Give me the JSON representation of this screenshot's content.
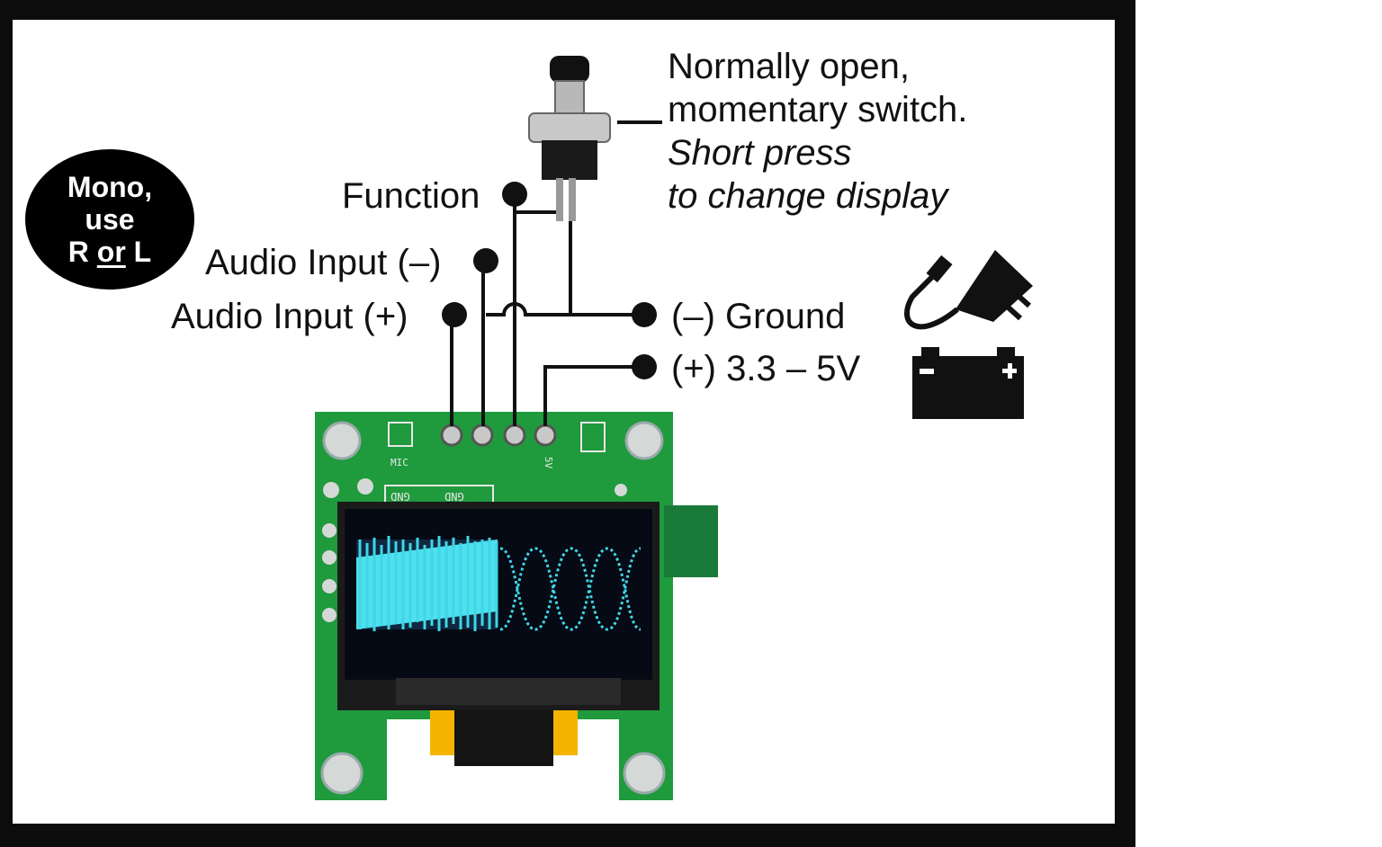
{
  "badge": {
    "line1": "Mono,",
    "line2": "use",
    "line3_r": "R ",
    "line3_or": "or",
    "line3_l": " L"
  },
  "labels": {
    "function": "Function",
    "audio_minus": "Audio Input (–)",
    "audio_plus": "Audio Input (+)",
    "ground": "(–)  Ground",
    "power": "(+)  3.3 – 5V"
  },
  "switch_note": {
    "line1": "Normally open,",
    "line2": "momentary switch.",
    "line3": "Short press",
    "line4": "to change display"
  },
  "board_silkscreen": {
    "mic": "MIC",
    "gnd1": "GND",
    "gnd2": "GND",
    "v5": "5V"
  },
  "icons": [
    "push-button-switch-icon",
    "power-adapter-icon",
    "battery-icon"
  ],
  "colors": {
    "pcb": "#1f9a3c",
    "oled_wave": "#40d8e8",
    "frame": "#0c0c0c"
  }
}
